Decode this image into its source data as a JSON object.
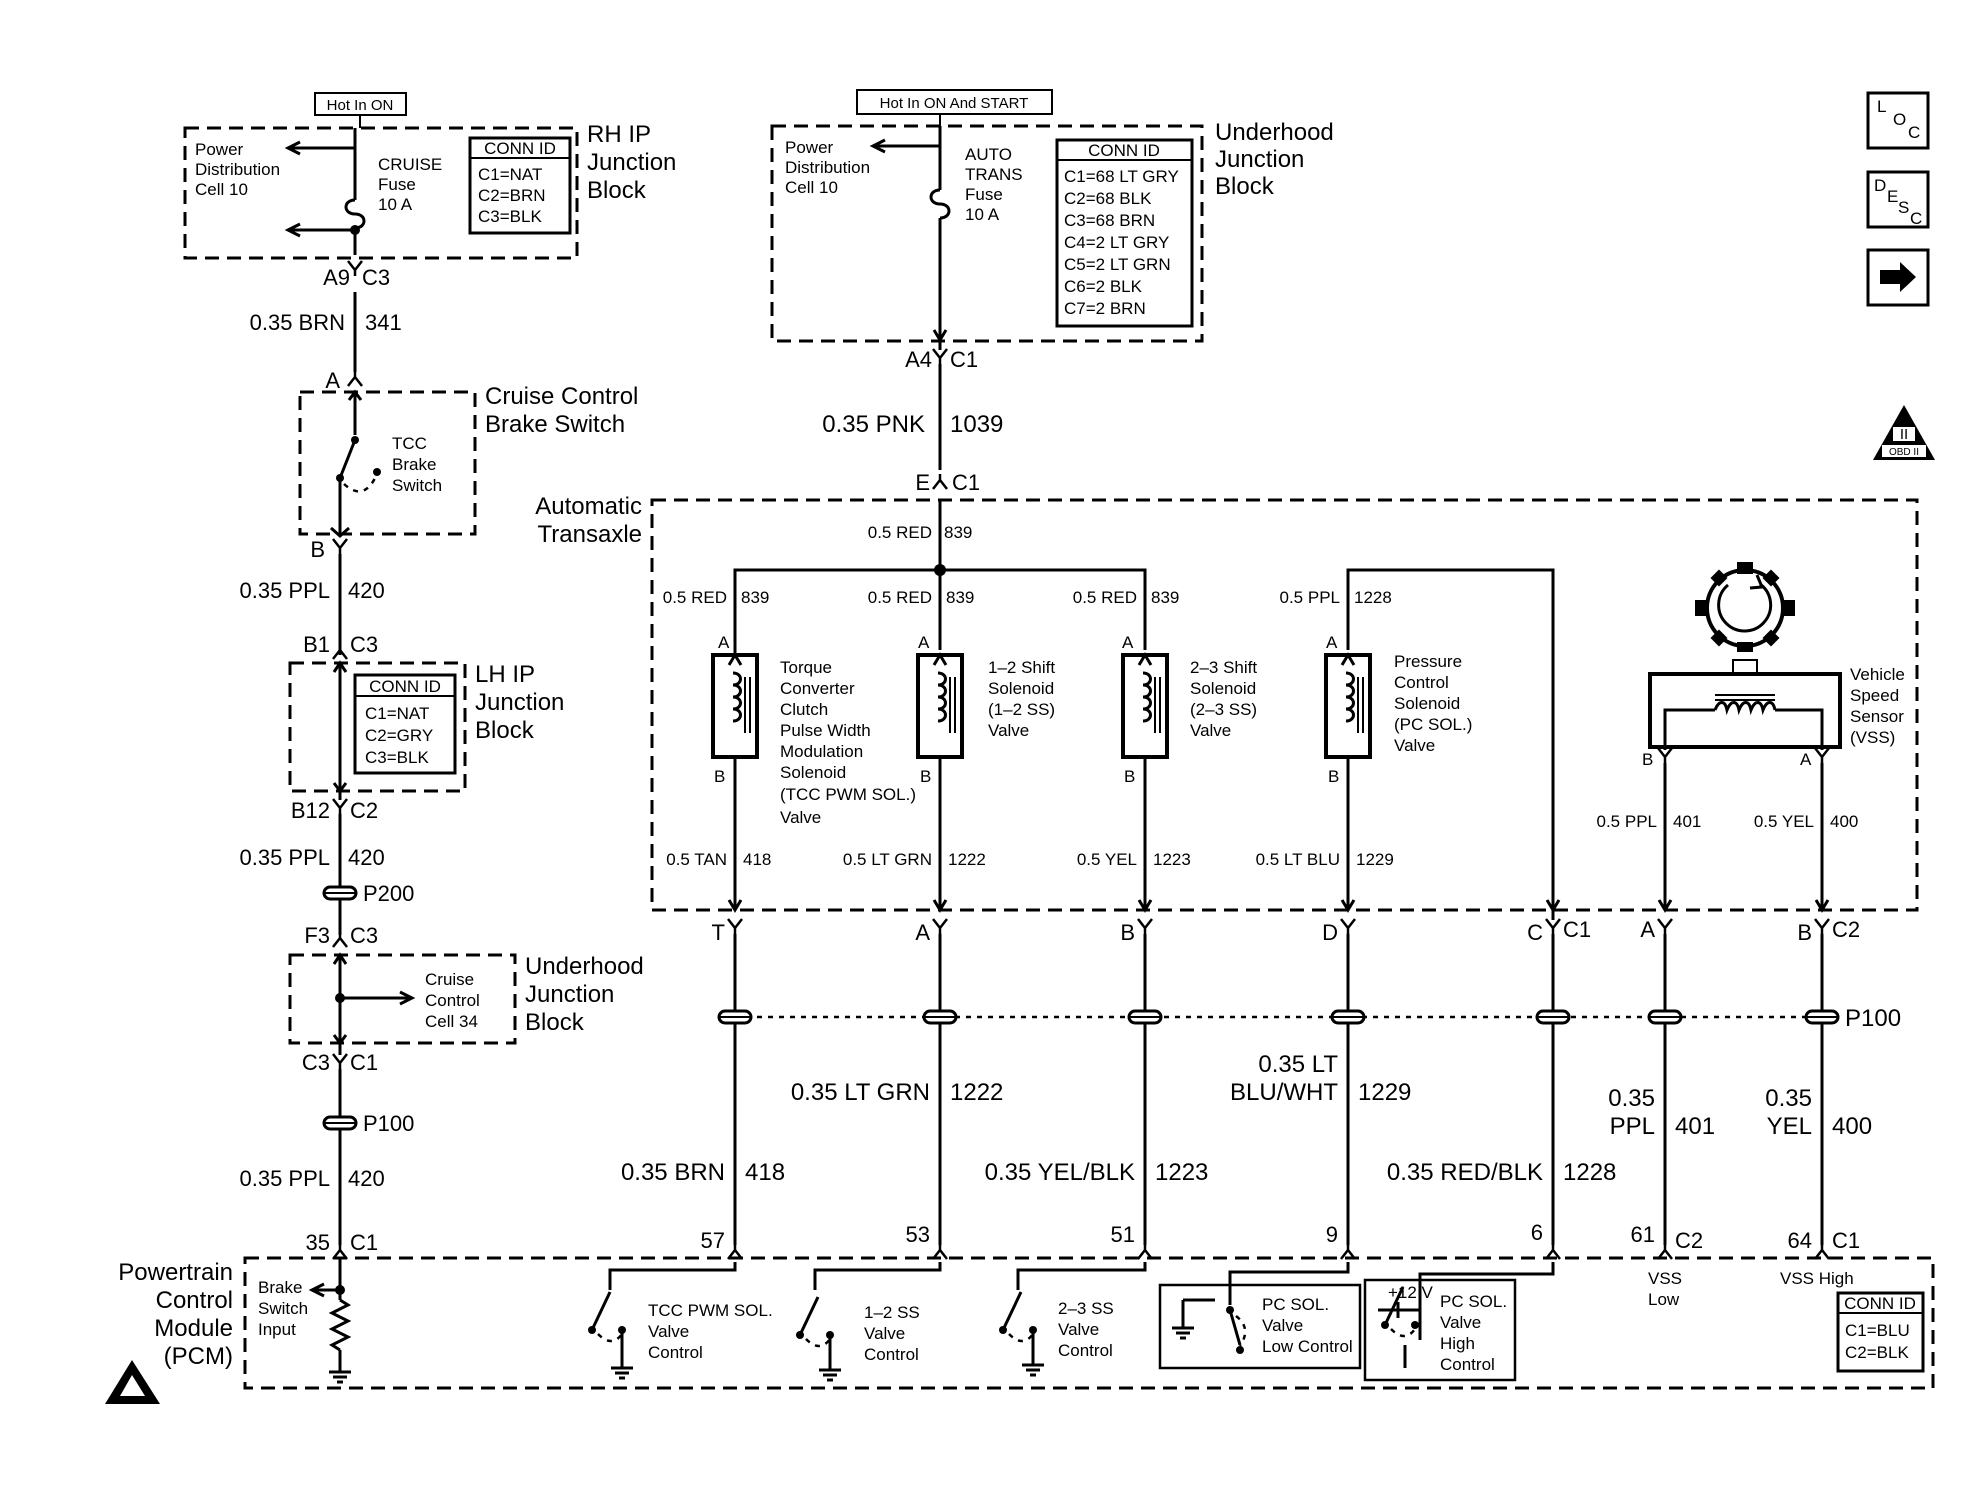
{
  "hot_labels": {
    "on": "Hot In ON",
    "on_start": "Hot In ON And START"
  },
  "rh_ip": {
    "pd": [
      "Power",
      "Distribution",
      "Cell 10"
    ],
    "fuse": [
      "CRUISE",
      "Fuse",
      "10 A"
    ],
    "conn_title": "CONN ID",
    "conn": [
      "C1=NAT",
      "C2=BRN",
      "C3=BLK"
    ],
    "name": [
      "RH IP",
      "Junction",
      "Block"
    ]
  },
  "uh_jb": {
    "pd": [
      "Power",
      "Distribution",
      "Cell 10"
    ],
    "fuse": [
      "AUTO",
      "TRANS",
      "Fuse",
      "10 A"
    ],
    "conn_title": "CONN ID",
    "conn": [
      "C1=68 LT GRY",
      "C2=68 BLK",
      "C3=68 BRN",
      "C4=2 LT GRY",
      "C5=2 LT GRN",
      "C6=2 BLK",
      "C7=2 BRN"
    ],
    "name": [
      "Underhood",
      "Junction",
      "Block"
    ]
  },
  "left": {
    "a9": "A9",
    "c3_1": "C3",
    "w1_gauge": "0.35 BRN",
    "w1_circ": "341",
    "pin_a": "A",
    "pin_b": "B",
    "tcc_sw": [
      "TCC",
      "Brake",
      "Switch"
    ],
    "cruise_sw": [
      "Cruise Control",
      "Brake Switch"
    ],
    "w2_gauge": "0.35 PPL",
    "w2_circ": "420",
    "b1": "B1",
    "c3_2": "C3",
    "lh_conn_title": "CONN ID",
    "lh_conn": [
      "C1=NAT",
      "C2=GRY",
      "C3=BLK"
    ],
    "lh_name": [
      "LH IP",
      "Junction",
      "Block"
    ],
    "b12": "B12",
    "c2": "C2",
    "w3_gauge": "0.35 PPL",
    "w3_circ": "420",
    "p200": "P200",
    "f3": "F3",
    "c3_3": "C3",
    "cc_cell": [
      "Cruise",
      "Control",
      "Cell 34"
    ],
    "uh_name": [
      "Underhood",
      "Junction",
      "Block"
    ],
    "c3_4": "C3",
    "c1": "C1",
    "p100": "P100",
    "w4_gauge": "0.35 PPL",
    "w4_circ": "420",
    "pin35": "35",
    "c1_pcm": "C1"
  },
  "center": {
    "a4": "A4",
    "c1": "C1",
    "w_gauge": "0.35 PNK",
    "w_circ": "1039",
    "e": "E",
    "c1_b": "C1",
    "at_name": [
      "Automatic",
      "Transaxle"
    ],
    "red_main": "0.5 RED",
    "red_main_c": "839",
    "red1": "0.5 RED",
    "red1_c": "839",
    "red2": "0.5 RED",
    "red2_c": "839",
    "red3": "0.5 RED",
    "red3_c": "839",
    "ppl": "0.5 PPL",
    "ppl_c": "1228"
  },
  "solenoids": [
    {
      "pin_top": "A",
      "pin_bot": "B",
      "label": [
        "Torque",
        "Converter",
        "Clutch",
        "Pulse Width",
        "Modulation",
        "Solenoid",
        "(TCC PWM SOL.)",
        "Valve"
      ]
    },
    {
      "pin_top": "A",
      "pin_bot": "B",
      "label": [
        "1–2 Shift",
        "Solenoid",
        "(1–2 SS)",
        "Valve"
      ]
    },
    {
      "pin_top": "A",
      "pin_bot": "B",
      "label": [
        "2–3 Shift",
        "Solenoid",
        "(2–3 SS)",
        "Valve"
      ]
    },
    {
      "pin_top": "A",
      "pin_bot": "B",
      "label": [
        "Pressure",
        "Control",
        "Solenoid",
        "(PC SOL.)",
        "Valve"
      ]
    }
  ],
  "vss": {
    "label": [
      "Vehicle",
      "Speed",
      "Sensor",
      "(VSS)"
    ],
    "pin_b": "B",
    "pin_a": "A"
  },
  "inner_wires": [
    {
      "g": "0.5 TAN",
      "c": "418"
    },
    {
      "g": "0.5 LT GRN",
      "c": "1222"
    },
    {
      "g": "0.5 YEL",
      "c": "1223"
    },
    {
      "g": "0.5 LT BLU",
      "c": "1229"
    },
    {
      "g": "0.5 PPL",
      "c": "401"
    },
    {
      "g": "0.5 YEL",
      "c": "400"
    }
  ],
  "at_pins": [
    "T",
    "A",
    "B",
    "D",
    "C",
    "A",
    "B"
  ],
  "at_conn": {
    "c1": "C1",
    "c2": "C2"
  },
  "p100": "P100",
  "outer_wires": [
    {
      "g": "0.35 BRN",
      "c": "418"
    },
    {
      "g": "0.35 LT GRN",
      "c": "1222"
    },
    {
      "g": "0.35 YEL/BLK",
      "c": "1223"
    },
    {
      "g1": "0.35 LT",
      "g2": "BLU/WHT",
      "c": "1229"
    },
    {
      "g": "0.35 RED/BLK",
      "c": "1228"
    },
    {
      "g1": "0.35",
      "g2": "PPL",
      "c": "401"
    },
    {
      "g1": "0.35",
      "g2": "YEL",
      "c": "400"
    }
  ],
  "pcm_pins": [
    "57",
    "53",
    "51",
    "9",
    "6",
    "61",
    "64"
  ],
  "pcm_pin_conn": {
    "c2": "C2",
    "c1": "C1"
  },
  "pcm": {
    "name": [
      "Powertrain",
      "Control",
      "Module",
      "(PCM)"
    ],
    "brake": [
      "Brake",
      "Switch",
      "Input"
    ],
    "tcc": [
      "TCC PWM SOL.",
      "Valve",
      "Control"
    ],
    "ss12": [
      "1–2 SS",
      "Valve",
      "Control"
    ],
    "ss23": [
      "2–3 SS",
      "Valve",
      "Control"
    ],
    "pc_low": [
      "PC SOL.",
      "Valve",
      "Low Control"
    ],
    "v12": "+12 V",
    "pc_high": [
      "PC SOL.",
      "Valve",
      "High",
      "Control"
    ],
    "vss_low": [
      "VSS",
      "Low"
    ],
    "vss_high": "VSS High",
    "conn_title": "CONN ID",
    "conn": [
      "C1=BLU",
      "C2=BLK"
    ]
  },
  "icons": {
    "loc": [
      "L",
      "O",
      "C"
    ],
    "desc": [
      "D",
      "E",
      "S",
      "C"
    ],
    "obd": [
      "II",
      "OBD II"
    ]
  }
}
